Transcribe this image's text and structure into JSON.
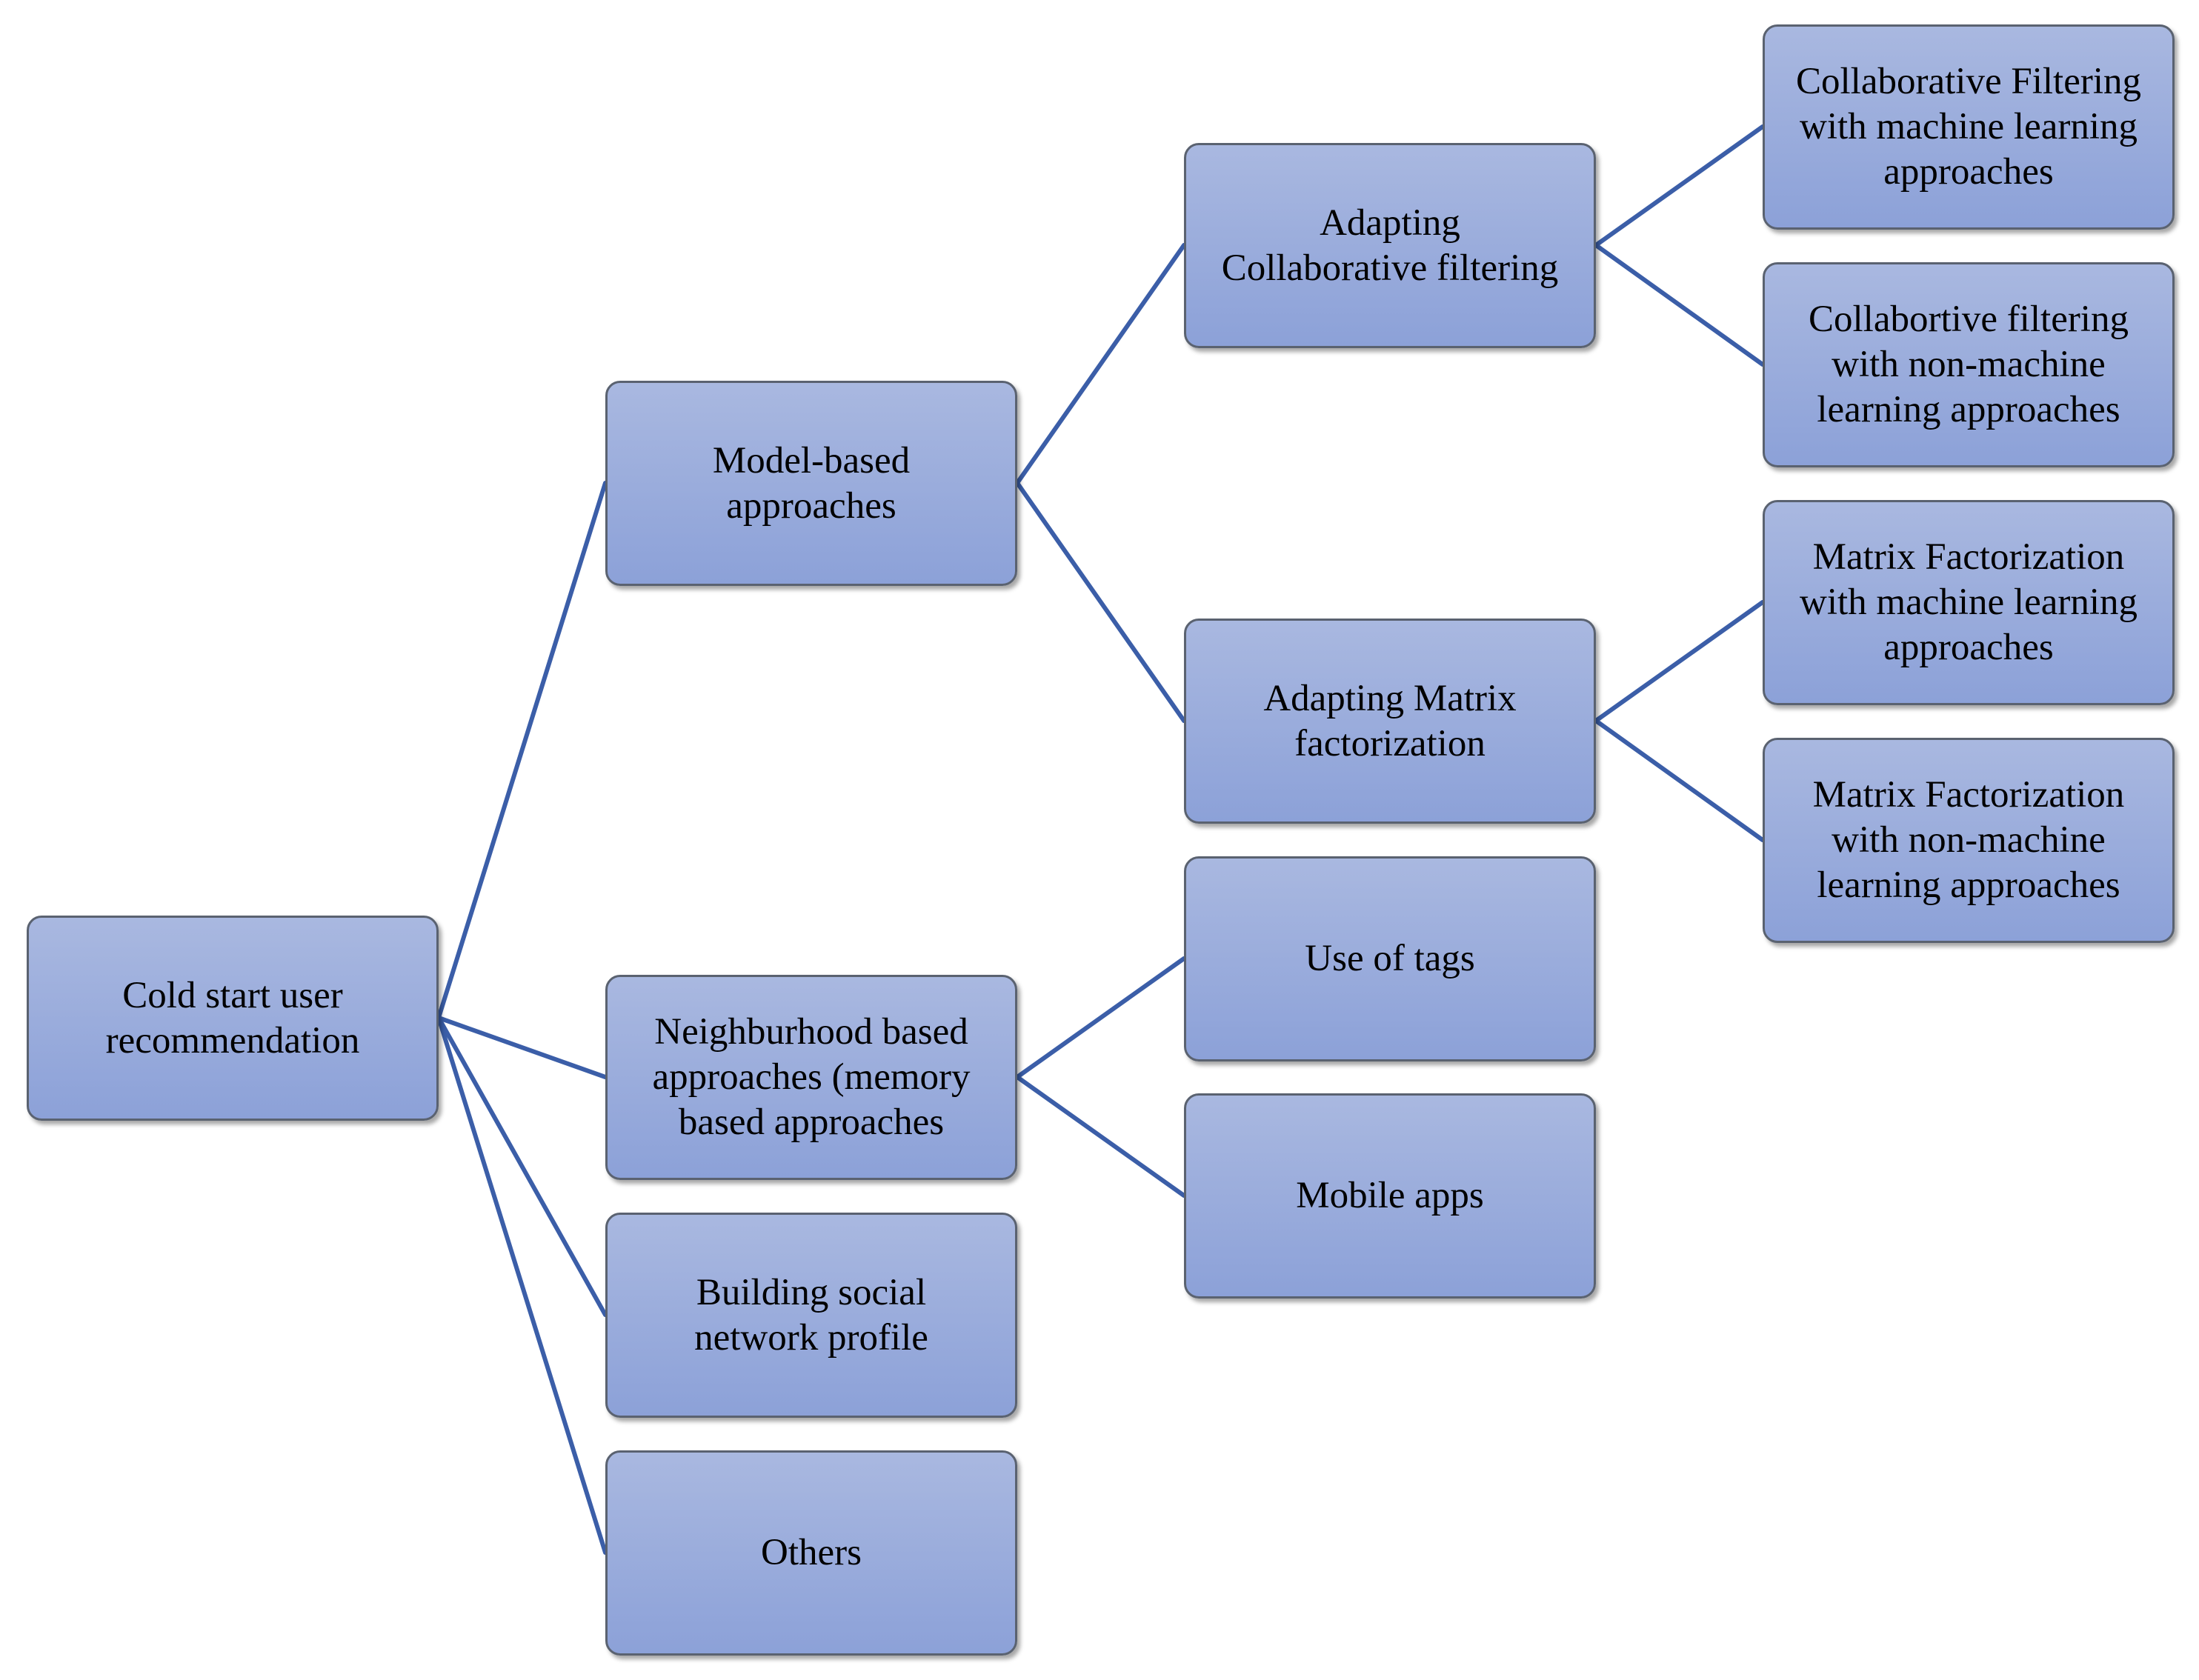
{
  "colors": {
    "node_fill_top": "#a9b8e0",
    "node_fill_bottom": "#8ca1d8",
    "node_border": "#5a6270",
    "connector": "#3b5ea8"
  },
  "nodes": {
    "root": "Cold start user\nrecommendation",
    "model_based": "Model-based\napproaches",
    "neighborhood": "Neighburhood based\napproaches (memory\nbased approaches",
    "social": "Building social\nnetwork profile",
    "others": "Others",
    "adapting_cf": "Adapting\nCollaborative filtering",
    "adapting_mf": "Adapting Matrix\nfactorization",
    "use_of_tags": "Use of tags",
    "mobile_apps": "Mobile apps",
    "cf_ml": "Collaborative Filtering\nwith machine learning\napproaches",
    "cf_nonml": "Collabortive filtering\nwith non-machine\nlearning approaches",
    "mf_ml": "Matrix Factorization\nwith machine learning\napproaches",
    "mf_nonml": "Matrix Factorization\nwith non-machine\nlearning approaches"
  }
}
